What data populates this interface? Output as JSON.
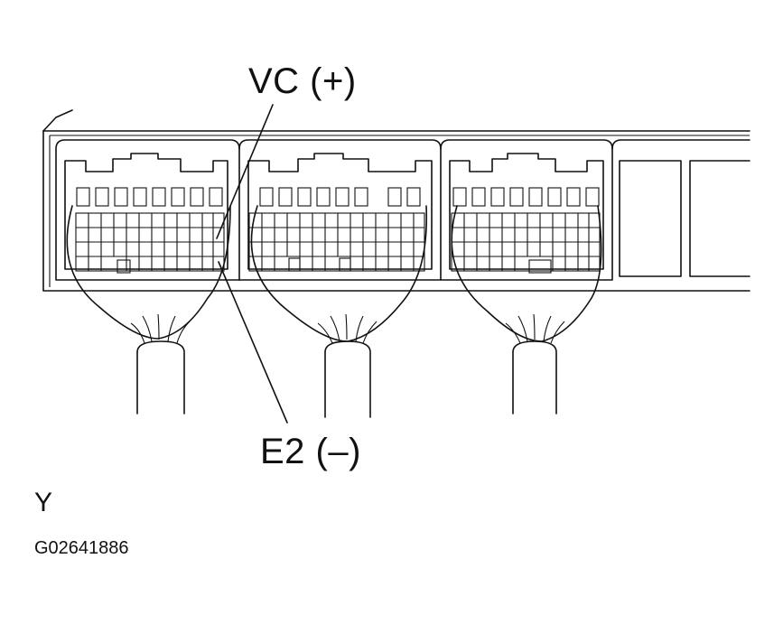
{
  "diagram": {
    "callouts": {
      "vc": "VC (+)",
      "e2": "E2 (–)"
    },
    "view_label": "Y",
    "figure_id": "G02641886"
  }
}
